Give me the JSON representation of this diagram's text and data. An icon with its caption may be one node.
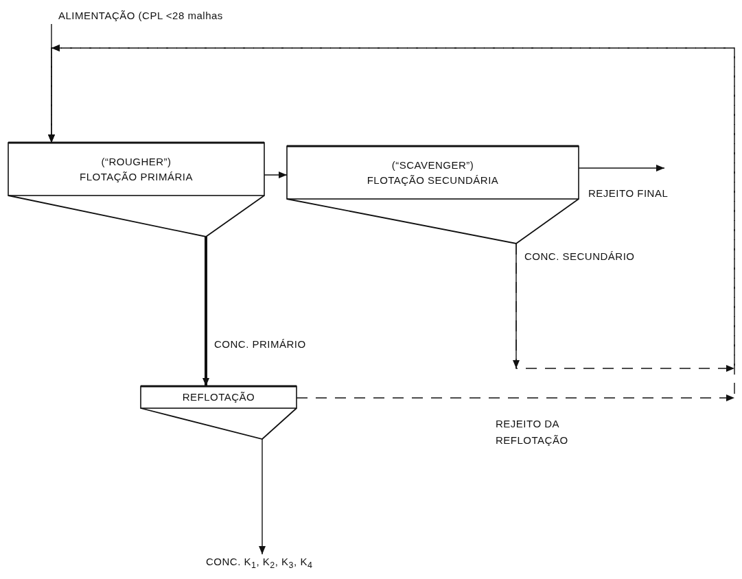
{
  "diagram": {
    "nodes": [
      {
        "text": [
          "ALIMENTAÇÃO (CPL <28 malhas"
        ]
      },
      {
        "text": [
          "(“ROUGHER”)",
          "FLOTAÇÃO PRIMÁRIA"
        ]
      },
      {
        "text": [
          "(“SCAVENGER”)",
          "FLOTAÇÃO SECUNDÁRIA"
        ]
      },
      {
        "text": [
          "REFLOTAÇÃO"
        ]
      },
      {
        "text": [
          "CONC. K$_{1}$, K$_{2}$, K$_{3}$, K$_{4}$"
        ]
      }
    ],
    "edges": [
      {
        "from": 0,
        "to": 1,
        "arrow": "to"
      },
      {
        "from": 1,
        "to": 2,
        "arrow": "to"
      },
      {
        "from": 2,
        "to": null,
        "arrow": "to",
        "label": "REJEITO FINAL"
      },
      {
        "from": 1,
        "to": 3,
        "arrow": "to",
        "label": "CONC. PRIMÁRIO",
        "style": "thick"
      },
      {
        "from": 3,
        "to": 4,
        "arrow": "to"
      },
      {
        "from": 2,
        "to": 1,
        "arrow": "to",
        "label": "CONC. SECUNDÁRIO",
        "style": "dashed"
      },
      {
        "from": 3,
        "to": 1,
        "arrow": "to",
        "label": "REJEITO DA REFLOTAÇÃO",
        "style": "dashed"
      }
    ]
  }
}
